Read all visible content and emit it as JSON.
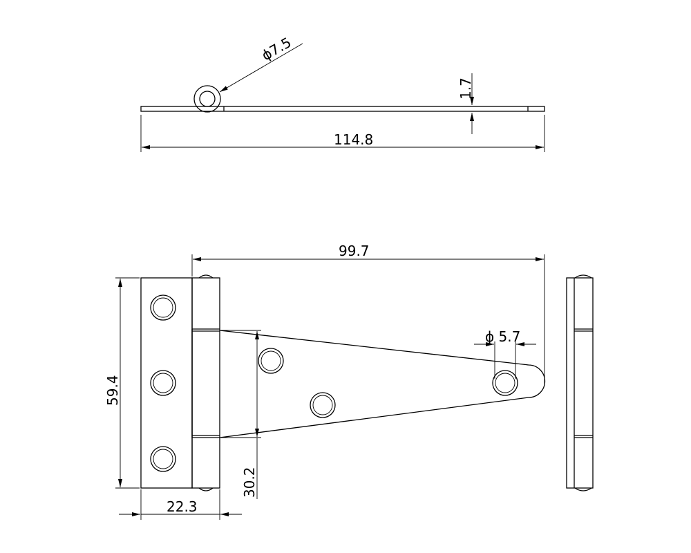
{
  "drawing": {
    "top_view": {
      "pin_diameter_label": "ϕ7.5",
      "thickness_label": "1.7",
      "overall_length_label": "114.8"
    },
    "front_view": {
      "strap_length_label": "99.7",
      "leaf_height_label": "59.4",
      "strap_width_label": "30.2",
      "leaf_width_label": "22.3",
      "hole_diameter_label": "ϕ 5.7"
    }
  }
}
